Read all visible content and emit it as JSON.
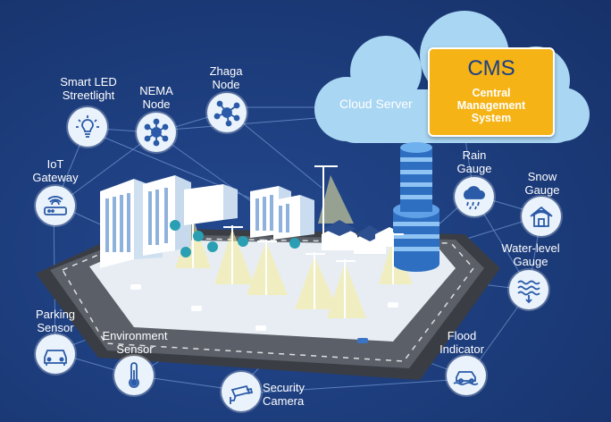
{
  "cloud": {
    "label": "Cloud Server"
  },
  "cms": {
    "title": "CMS",
    "subtitle_lines": [
      "Central",
      "Management",
      "System"
    ]
  },
  "nodes": {
    "streetlight": {
      "lines": [
        "Smart LED",
        "Streetlight"
      ],
      "icon": "lightbulb-icon"
    },
    "nema": {
      "lines": [
        "NEMA",
        "Node"
      ],
      "icon": "network-hub-icon"
    },
    "zhaga": {
      "lines": [
        "Zhaga",
        "Node"
      ],
      "icon": "network-hub-icon"
    },
    "gateway": {
      "lines": [
        "IoT",
        "Gateway"
      ],
      "icon": "router-icon"
    },
    "parking": {
      "lines": [
        "Parking",
        "Sensor"
      ],
      "icon": "car-icon"
    },
    "environment": {
      "lines": [
        "Environment",
        "Sensor"
      ],
      "icon": "thermometer-icon"
    },
    "camera": {
      "lines": [
        "Security",
        "Camera"
      ],
      "icon": "security-camera-icon"
    },
    "rain": {
      "lines": [
        "Rain",
        "Gauge"
      ],
      "icon": "rain-cloud-icon"
    },
    "snow": {
      "lines": [
        "Snow",
        "Gauge"
      ],
      "icon": "snow-house-icon"
    },
    "water": {
      "lines": [
        "Water-level",
        "Gauge"
      ],
      "icon": "water-level-icon"
    },
    "flood": {
      "lines": [
        "Flood",
        "Indicator"
      ],
      "icon": "flooded-car-icon"
    }
  },
  "colors": {
    "background": "#1b3a78",
    "cms_box": "#f5b315",
    "cloud": "#a9d6f2",
    "icon_fill": "#eaf3fb",
    "icon_stroke": "#2a5aa8"
  }
}
